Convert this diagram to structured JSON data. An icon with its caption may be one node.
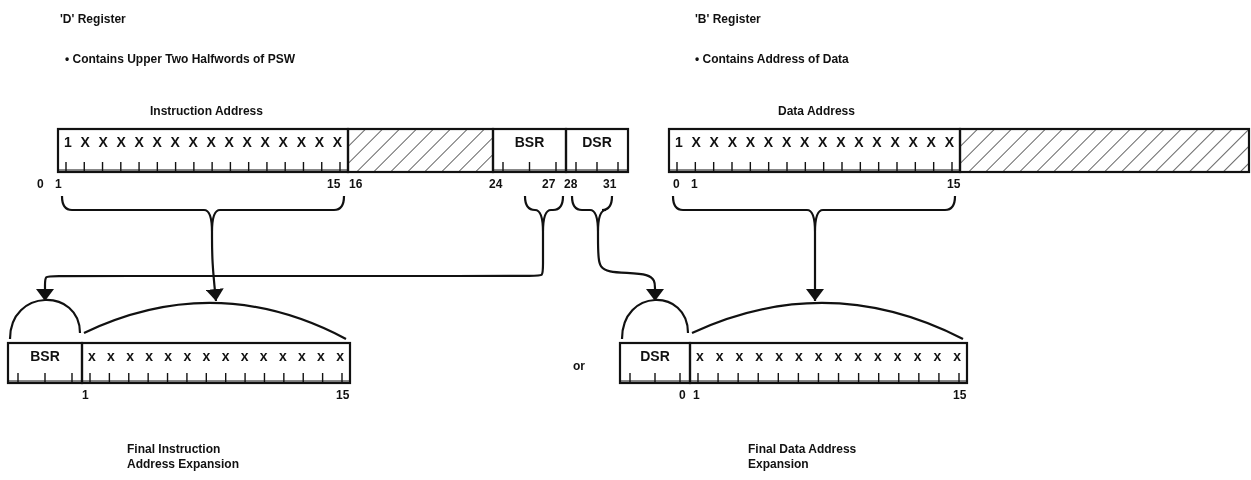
{
  "diagram": {
    "nodes": [
      {
        "text": [
          "1 X X X X X X X X X X X X X X X"
        ]
      },
      {
        "text": [],
        "shape": "box"
      },
      {
        "text": [
          "BSR"
        ]
      },
      {
        "text": [
          "DSR"
        ]
      },
      {
        "text": [
          "1 X X X X X X X X X X X X X X X"
        ]
      },
      {
        "text": [],
        "shape": "box"
      },
      {
        "text": [
          "BSR"
        ]
      },
      {
        "text": [
          "x x x x x x x x x x x x x x"
        ]
      },
      {
        "text": [
          "DSR"
        ]
      },
      {
        "text": [
          "x x x x x x x x x x x x x x"
        ]
      }
    ],
    "edges": [
      {
        "from": 0,
        "to": 7,
        "arrow": "to"
      },
      {
        "from": 2,
        "to": 6,
        "arrow": "to"
      },
      {
        "from": 3,
        "to": 8,
        "arrow": "to"
      },
      {
        "from": 4,
        "to": 9,
        "arrow": "to"
      }
    ],
    "labels": [
      "'D' Register",
      "'B' Register",
      "• Contains Upper Two Halfwords of PSW",
      "• Contains Address of Data",
      "Instruction Address",
      "Data Address",
      "0",
      "1",
      "15",
      "16",
      "24",
      "27",
      "28",
      "31",
      "0",
      "1",
      "15",
      "or",
      "1",
      "15",
      "0",
      "1",
      "15",
      "Final Instruction Address Expansion",
      "Final Data Address Expansion"
    ]
  }
}
